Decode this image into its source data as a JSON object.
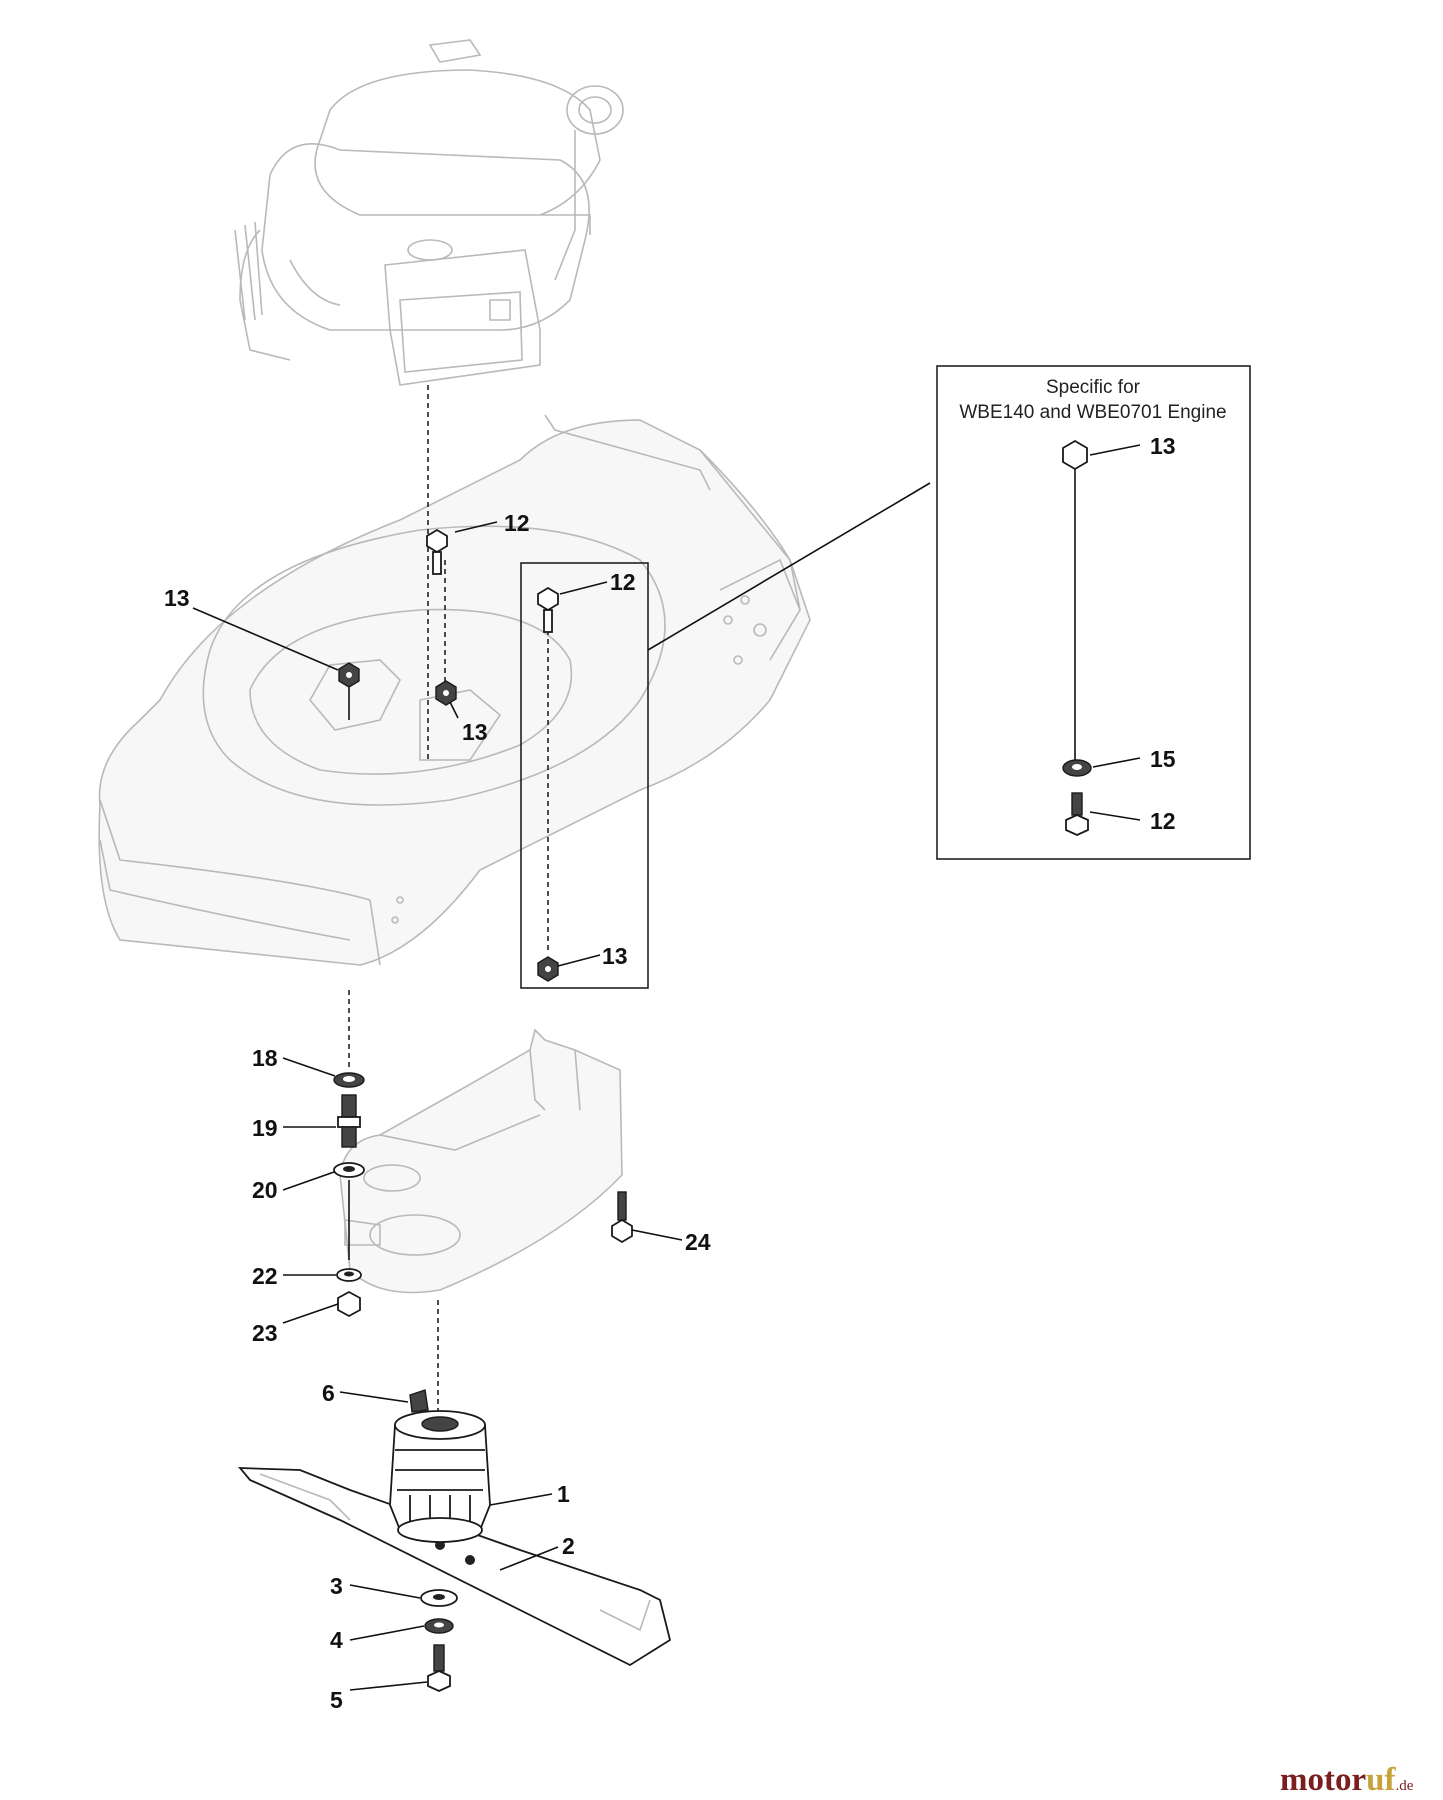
{
  "inset": {
    "title_line1": "Specific for",
    "title_line2": "WBE140 and WBE0701 Engine",
    "callouts": [
      "13",
      "15",
      "12"
    ]
  },
  "callouts": {
    "deck_bolt": "12",
    "deck_nut_left": "13",
    "deck_nut_center": "13",
    "box_bolt": "12",
    "box_nut": "13",
    "washer_18": "18",
    "stud_19": "19",
    "washer_20": "20",
    "washer_22": "22",
    "nut_23": "23",
    "screw_24": "24",
    "key_6": "6",
    "adapter_1": "1",
    "blade_2": "2",
    "washer_3": "3",
    "washer_4": "4",
    "bolt_5": "5"
  },
  "watermark": {
    "part1": "motor",
    "part2": "uf",
    "suffix": ".de"
  }
}
